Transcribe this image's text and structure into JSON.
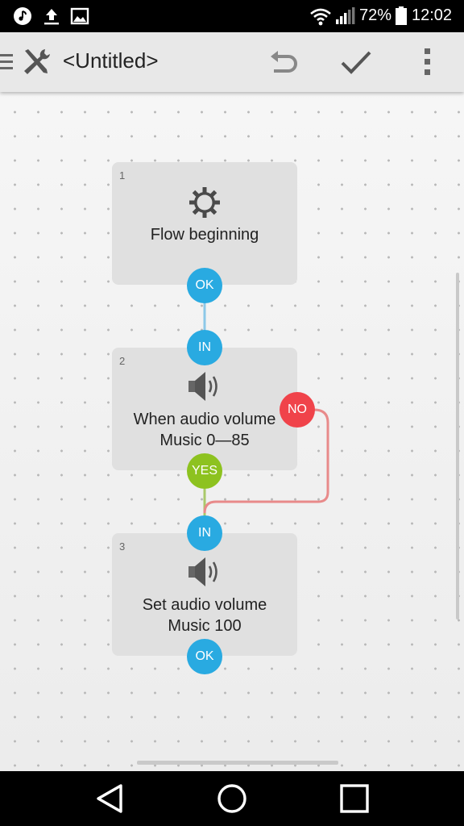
{
  "status_bar": {
    "battery_percent": "72%",
    "time": "12:02",
    "left_icons": [
      "music-notification-icon",
      "upload-icon",
      "image-icon"
    ],
    "right_icons": [
      "wifi-icon",
      "signal-icon",
      "battery-icon"
    ]
  },
  "app_bar": {
    "title": "<Untitled>",
    "icons": [
      "menu-icon",
      "tools-icon",
      "undo-icon",
      "check-icon",
      "more-vert-icon"
    ]
  },
  "flow": {
    "blocks": [
      {
        "number": "1",
        "icon": "gear-icon",
        "label": "Flow beginning",
        "ports": [
          {
            "label": "OK",
            "color": "#29aae1"
          }
        ]
      },
      {
        "number": "2",
        "icon": "speaker-icon",
        "label_line1": "When audio volume",
        "label_line2": "Music 0—85",
        "ports": [
          {
            "label": "IN",
            "color": "#29aae1"
          },
          {
            "label": "YES",
            "color": "#8dc21f"
          },
          {
            "label": "NO",
            "color": "#f0434a"
          }
        ]
      },
      {
        "number": "3",
        "icon": "speaker-icon",
        "label_line1": "Set audio volume",
        "label_line2": "Music 100",
        "ports": [
          {
            "label": "IN",
            "color": "#29aae1"
          },
          {
            "label": "OK",
            "color": "#29aae1"
          }
        ]
      }
    ],
    "connection_colors": {
      "ok": "#8cc8e8",
      "yes": "#a9c96a",
      "no": "#e88a8a"
    }
  },
  "nav_bar": {
    "icons": [
      "back-icon",
      "home-icon",
      "recents-icon"
    ]
  }
}
